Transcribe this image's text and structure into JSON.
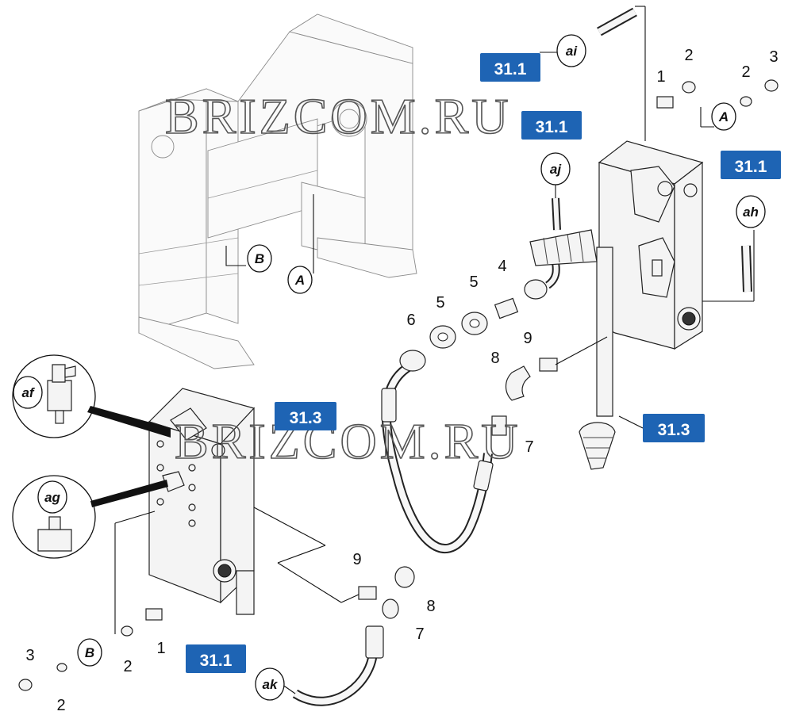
{
  "diagram": {
    "watermark": "BRIZCOM.RU",
    "accent_color": "#1e64b4",
    "ref_tags": [
      "31.1",
      "31.1",
      "31.1",
      "31.3",
      "31.3",
      "31.1"
    ],
    "bubbles": [
      "ai",
      "aj",
      "ah",
      "af",
      "ag",
      "ak",
      "A",
      "A",
      "B",
      "B"
    ],
    "part_numbers": [
      "1",
      "2",
      "2",
      "3",
      "4",
      "5",
      "5",
      "6",
      "8",
      "9",
      "7",
      "9",
      "8",
      "7",
      "1",
      "2",
      "3",
      "2"
    ]
  }
}
